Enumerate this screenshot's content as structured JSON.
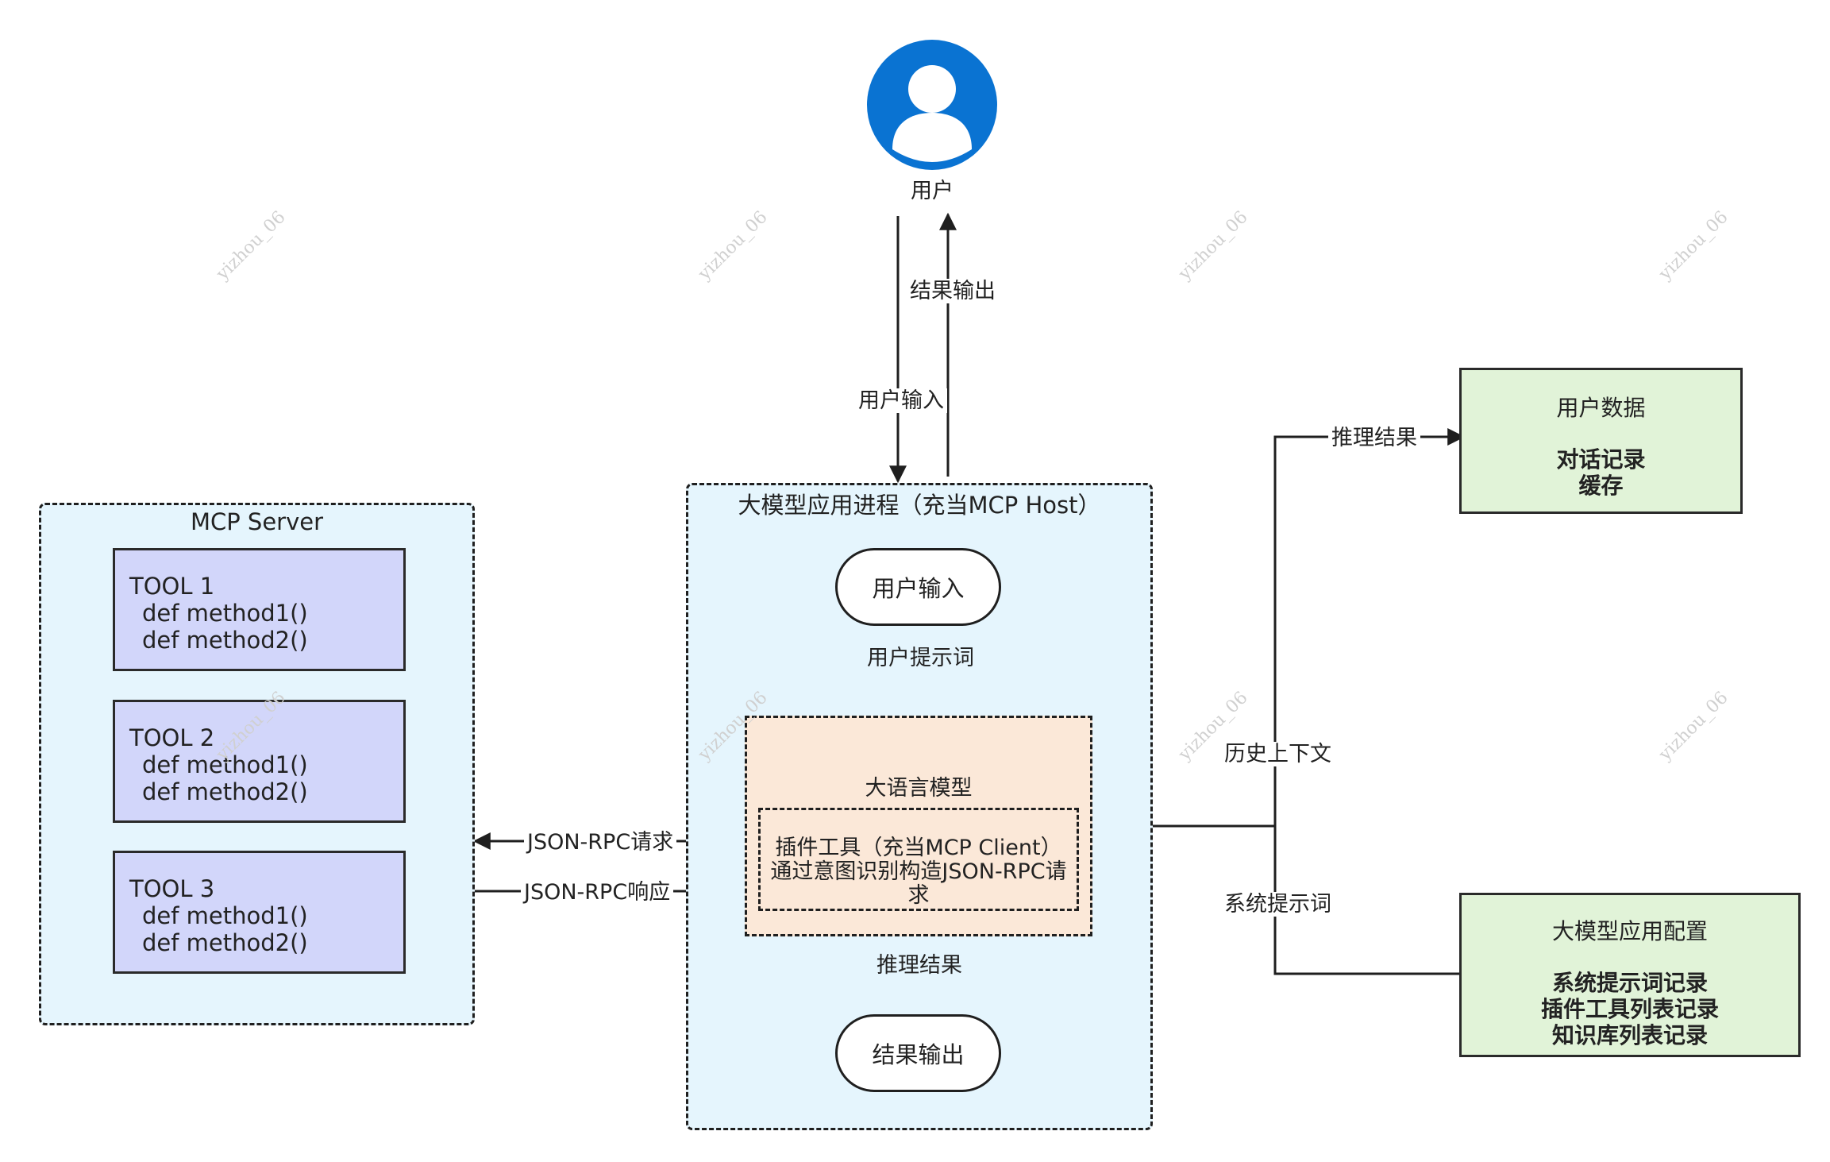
{
  "user": {
    "label": "用户",
    "icon": "user-avatar-icon",
    "color": "#0a73d2"
  },
  "top_flow": {
    "user_input": "用户输入",
    "result_output": "结果输出"
  },
  "mcp_server": {
    "title": "MCP Server",
    "tools": [
      {
        "name": "TOOL 1",
        "methods": [
          "def method1()",
          "def method2()"
        ]
      },
      {
        "name": "TOOL 2",
        "methods": [
          "def method1()",
          "def method2()"
        ]
      },
      {
        "name": "TOOL 3",
        "methods": [
          "def method1()",
          "def method2()"
        ]
      }
    ]
  },
  "host": {
    "title": "大模型应用进程（充当MCP Host）",
    "user_input_node": "用户输入",
    "user_prompt_label": "用户提示词",
    "llm": {
      "title": "大语言模型",
      "plugin_line1": "插件工具（充当MCP Client）",
      "plugin_line2": "通过意图识别构造JSON-RPC请求"
    },
    "inference_result_label": "推理结果",
    "result_output_node": "结果输出"
  },
  "rpc": {
    "request": "JSON-RPC请求",
    "response": "JSON-RPC响应"
  },
  "user_data": {
    "title": "用户数据",
    "items": [
      "对话记录",
      "缓存"
    ]
  },
  "app_config": {
    "title": "大模型应用配置",
    "items": [
      "系统提示词记录",
      "插件工具列表记录",
      "知识库列表记录"
    ]
  },
  "right_flow": {
    "inference_result": "推理结果",
    "history_context": "历史上下文",
    "system_prompt": "系统提示词"
  },
  "watermark": "yizhou_06",
  "colors": {
    "blue_container": "#e5f5fd",
    "tool_fill": "#d2d6fa",
    "llm_fill": "#fbe8d8",
    "green_fill": "#e1f3d8",
    "stroke": "#1f1f1f"
  }
}
